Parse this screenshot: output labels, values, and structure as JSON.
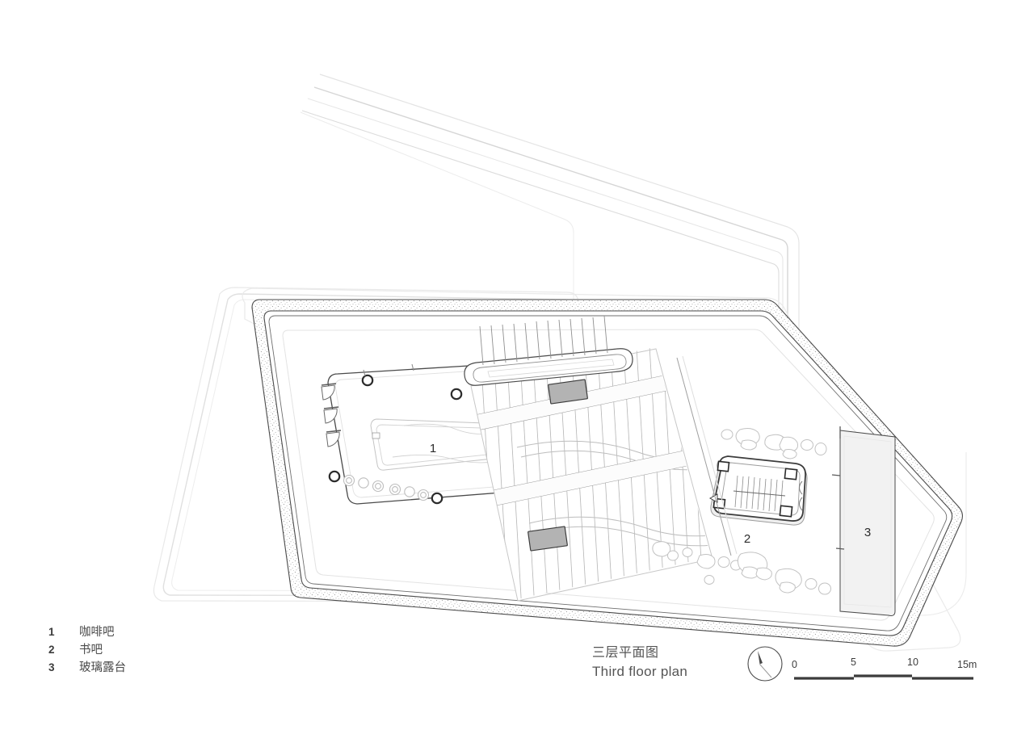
{
  "document": {
    "type": "architectural-floor-plan",
    "title_cn": "三层平面图",
    "title_en": "Third floor plan",
    "background_color": "#ffffff",
    "line_color": "#3c3c3c",
    "light_line_color": "#c9c9c9",
    "fill_gray": "#b3b3b3",
    "text_color": "#4a4a4a"
  },
  "legend": {
    "items": [
      {
        "number": "1",
        "label": "咖啡吧"
      },
      {
        "number": "2",
        "label": "书吧"
      },
      {
        "number": "3",
        "label": "玻璃露台"
      }
    ]
  },
  "plan_labels": {
    "room_1": "1",
    "room_2": "2",
    "room_3": "3"
  },
  "north_arrow": {
    "name": "north-arrow"
  },
  "scalebar": {
    "ticks": [
      "0",
      "5",
      "10",
      "15m"
    ],
    "unit": "m",
    "segments": 3
  },
  "chart_data": {
    "type": "table",
    "title": "Third floor plan",
    "categories": [
      "1",
      "2",
      "3"
    ],
    "values": [
      "咖啡吧",
      "书吧",
      "玻璃露台"
    ]
  }
}
